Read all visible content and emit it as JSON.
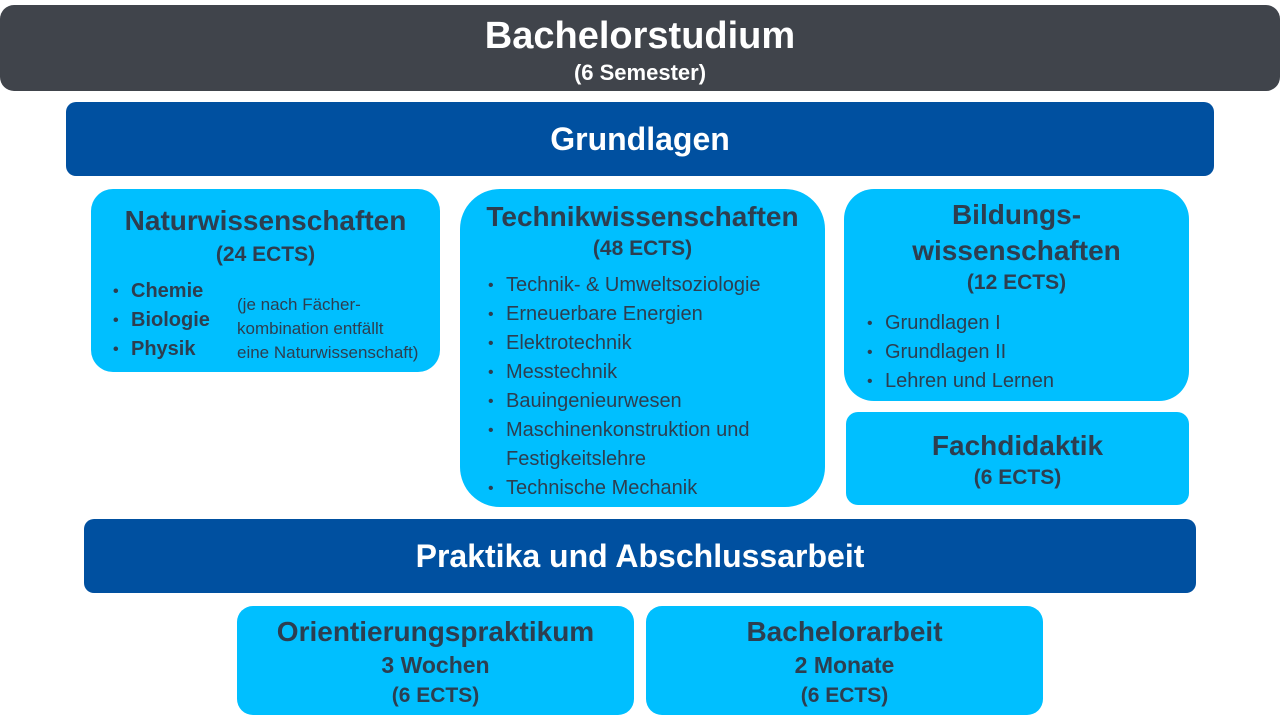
{
  "header": {
    "title": "Bachelorstudium",
    "subtitle": "(6 Semester)"
  },
  "grundlagen": {
    "label": "Grundlagen"
  },
  "natur": {
    "title": "Naturwissenschaften",
    "ects": "(24 ECTS)",
    "items": [
      "Chemie",
      "Biologie",
      "Physik"
    ],
    "note": [
      "(je nach Fächer-",
      "kombination entfällt",
      "eine Naturwissenschaft)"
    ]
  },
  "technik": {
    "title": "Technikwissenschaften",
    "ects": "(48 ECTS)",
    "items": [
      "Technik- & Umweltsoziologie",
      "Erneuerbare Energien",
      "Elektrotechnik",
      "Messtechnik",
      "Bauingenieurwesen",
      "Maschinenkonstruktion und Festigkeitslehre",
      "Technische Mechanik"
    ]
  },
  "bildung": {
    "title_line1": "Bildungs-",
    "title_line2": "wissenschaften",
    "ects": "(12 ECTS)",
    "items": [
      "Grundlagen I",
      "Grundlagen II",
      "Lehren und Lernen"
    ]
  },
  "fachdidaktik": {
    "title": "Fachdidaktik",
    "ects": "(6 ECTS)"
  },
  "praktika": {
    "label": "Praktika und Abschlussarbeit"
  },
  "orientierung": {
    "title": "Orientierungspraktikum",
    "duration": "3 Wochen",
    "ects": "(6 ECTS)"
  },
  "bachelorarbeit": {
    "title": "Bachelorarbeit",
    "duration": "2 Monate",
    "ects": "(6 ECTS)"
  }
}
